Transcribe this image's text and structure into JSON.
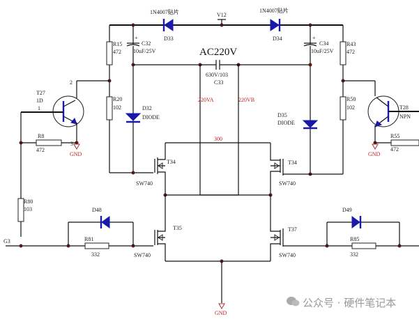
{
  "title": "AC220V",
  "nets": {
    "top": "V12",
    "ac_a": "220VA",
    "ac_b": "220VB",
    "mid": "300",
    "gnd": "GND",
    "input": "G3"
  },
  "components": {
    "d33": {
      "ref": "D33",
      "value": "1N4007贴片"
    },
    "d34": {
      "ref": "D34",
      "value": "1N4007贴片"
    },
    "c32": {
      "ref": "C32",
      "value": "10uF/25V",
      "pol": "+"
    },
    "c34": {
      "ref": "C34",
      "value": "10uF/25V",
      "pol": "+"
    },
    "c33": {
      "ref": "C33",
      "value": "630V/103"
    },
    "r15": {
      "ref": "R15",
      "value": "472"
    },
    "r20": {
      "ref": "R20",
      "value": "102"
    },
    "r43": {
      "ref": "R43",
      "value": "472"
    },
    "r50": {
      "ref": "R50",
      "value": "102"
    },
    "d32": {
      "ref": "D32",
      "value": "DIODE"
    },
    "d35": {
      "ref": "D35",
      "value": "DIODE"
    },
    "t27": {
      "ref": "T27",
      "value": "1D",
      "pin_b": "1",
      "pin_c": "2",
      "pin_e": "3"
    },
    "t28": {
      "ref": "T28",
      "value": "NPN"
    },
    "r8": {
      "ref": "R8",
      "value": "472"
    },
    "r55": {
      "ref": "R55",
      "value": "472"
    },
    "r80": {
      "ref": "R80",
      "value": "103"
    },
    "r81": {
      "ref": "R81",
      "value": "332"
    },
    "r85": {
      "ref": "R85",
      "value": "332"
    },
    "d48": {
      "ref": "D48"
    },
    "d49": {
      "ref": "D49"
    },
    "t34a": {
      "ref": "T34",
      "value": "SW740"
    },
    "t34b": {
      "ref": "T34",
      "value": "SW740"
    },
    "t35": {
      "ref": "T35",
      "value": "SW740"
    },
    "t37": {
      "ref": "T37",
      "value": "SW740"
    }
  },
  "watermark": {
    "text": "公众号 · 硬件笔记本",
    "icon": "wechat-icon"
  }
}
